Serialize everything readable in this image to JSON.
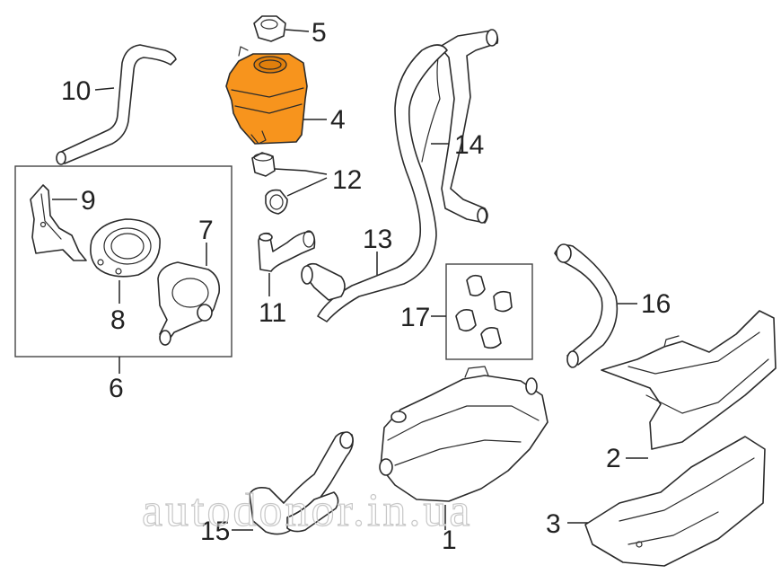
{
  "diagram": {
    "callouts": [
      {
        "id": "1",
        "label": "1"
      },
      {
        "id": "2",
        "label": "2"
      },
      {
        "id": "3",
        "label": "3"
      },
      {
        "id": "4",
        "label": "4"
      },
      {
        "id": "5",
        "label": "5"
      },
      {
        "id": "6",
        "label": "6"
      },
      {
        "id": "7",
        "label": "7"
      },
      {
        "id": "8",
        "label": "8"
      },
      {
        "id": "9",
        "label": "9"
      },
      {
        "id": "10",
        "label": "10"
      },
      {
        "id": "11",
        "label": "11"
      },
      {
        "id": "12",
        "label": "12"
      },
      {
        "id": "13",
        "label": "13"
      },
      {
        "id": "14",
        "label": "14"
      },
      {
        "id": "15",
        "label": "15"
      },
      {
        "id": "16",
        "label": "16"
      },
      {
        "id": "17",
        "label": "17"
      }
    ],
    "highlighted_part": "4",
    "highlight_color": "#f7941d",
    "line_color": "#2b2b2b"
  },
  "watermark": {
    "text": "autodonor.in.ua",
    "color": "#c7c7c7"
  }
}
